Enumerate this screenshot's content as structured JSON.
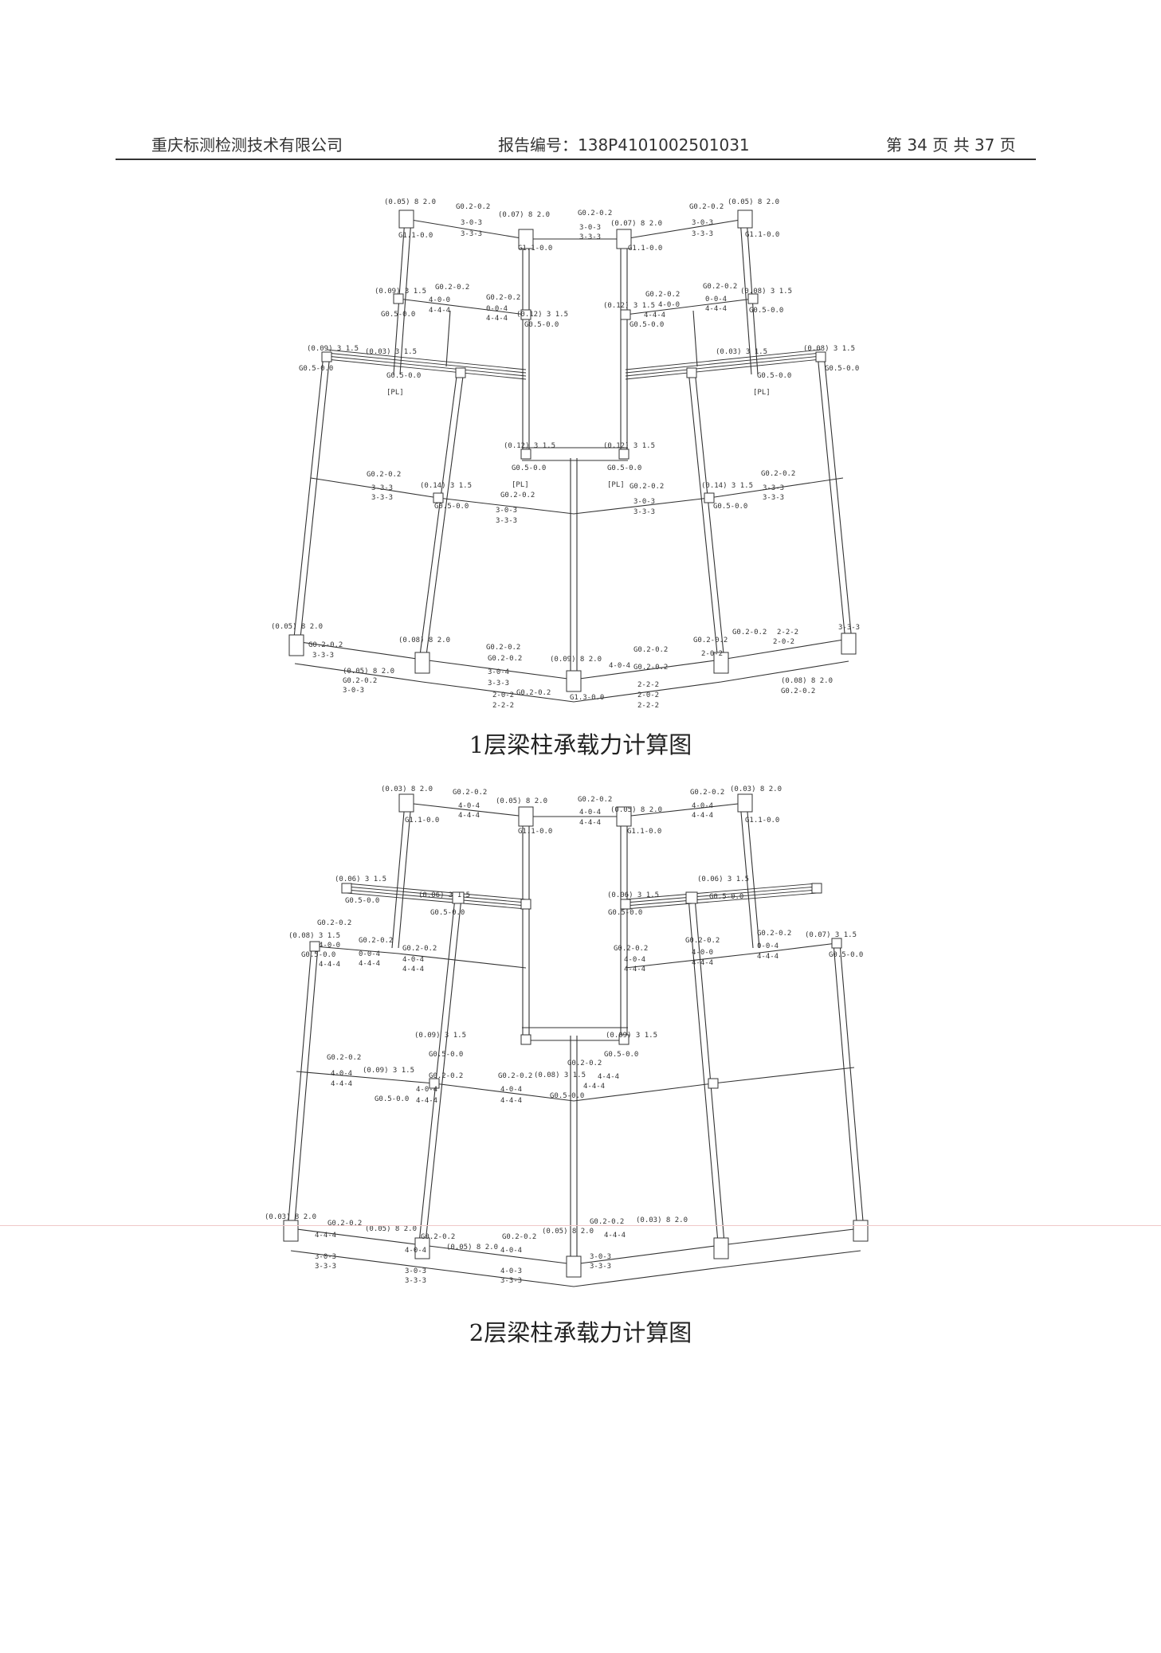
{
  "header": {
    "company": "重庆标测检测技术有限公司",
    "report_no": "报告编号：138P4101002501031",
    "page_info": "第 34 页 共 37 页"
  },
  "diagram_1": {
    "caption": "1层梁柱承载力计算图",
    "labels": [
      "(0.05) 8 2.0",
      "G1.1-0.0",
      "G0.2-0.2",
      "3-0-3",
      "3-3-3",
      "(0.07) 8 2.0",
      "G1.1-0.0",
      "G0.2-0.2",
      "3-0-3",
      "3-3-3",
      "(0.07) 8 2.0",
      "G1.1-0.0",
      "G0.2-0.2",
      "3-0-3",
      "3-3-3",
      "(0.05) 8 2.0",
      "G1.1-0.0",
      "(0.09) 3 1.5",
      "G0.2-0.2",
      "4-0-0",
      "4-4-4",
      "G0.5-0.0",
      "G0.2-0.2",
      "0-0-4",
      "4-4-4",
      "(0.12) 3 1.5",
      "G0.5-0.0",
      "(0.12) 3 1.5",
      "G0.5-0.0",
      "G0.2-0.2",
      "4-0-0",
      "4-4-4",
      "G0.2-0.2",
      "0-0-4",
      "4-4-4",
      "(0.08) 3 1.5",
      "G0.5-0.0",
      "(0.09) 3 1.5",
      "G0.5-0.0",
      "(0.03) 3 1.5",
      "G0.5-0.0",
      "[PL]",
      "(0.03) 3 1.5",
      "G0.5-0.0",
      "[PL]",
      "(0.08) 3 1.5",
      "G0.5-0.0",
      "(0.12) 3 1.5",
      "G0.5-0.0",
      "[PL]",
      "(0.12) 3 1.5",
      "G0.5-0.0",
      "[PL]",
      "G0.2-0.2",
      "3-3-3",
      "3-3-3",
      "(0.14) 3 1.5",
      "G0.5-0.0",
      "G0.2-0.2",
      "3-0-3",
      "3-3-3",
      "G0.2-0.2",
      "3-0-3",
      "3-3-3",
      "(0.14) 3 1.5",
      "G0.5-0.0",
      "G0.2-0.2",
      "3-3-3",
      "3-3-3",
      "(0.05) 8 2.0",
      "G0.2-0.2",
      "3-3-3",
      "G0.2-0.2",
      "2-0-2",
      "2-2-2",
      "(0.08) 8 2.0",
      "G0.2-0.2",
      "3-0-4",
      "G0.2-0.2",
      "2-0-2",
      "2-2-2",
      "(0.09) 8 2.0",
      "G1.3-0.0",
      "G0.2-0.2",
      "4-0-4",
      "G0.2-0.2",
      "2-0-2",
      "2-2-2",
      "(0.08) 8 2.0",
      "G0.2-0.2",
      "3-3-3",
      "G0.2-0.2",
      "2-0-2",
      "2-2-2",
      "(0.05) 8 2.0",
      "G0.2-0.2",
      "3-0-3",
      "3-3-3",
      "G0.2-0.2",
      "3-0-3",
      "3-3-3"
    ]
  },
  "diagram_2": {
    "caption": "2层梁柱承载力计算图",
    "labels": [
      "(0.03) 8 2.0",
      "G1.1-0.0",
      "G0.2-0.2",
      "4-0-4",
      "4-4-4",
      "(0.05) 8 2.0",
      "G1.1-0.0",
      "G0.2-0.2",
      "4-0-4",
      "4-4-4",
      "(0.05) 8 2.0",
      "G1.1-0.0",
      "G0.2-0.2",
      "4-0-4",
      "4-4-4",
      "(0.03) 8 2.0",
      "G1.1-0.0",
      "(0.06) 3 1.5",
      "G0.5-0.0",
      "(0.06) 3 1.5",
      "G0.5-0.0",
      "(0.06) 3 1.5",
      "G0.5-0.0",
      "(0.06) 3 1.5",
      "G0.5-0.0",
      "(0.08) 3 1.5",
      "G0.5-0.0",
      "G0.2-0.2",
      "4-0-0",
      "4-4-4",
      "G0.2-0.2",
      "0-0-4",
      "4-4-4",
      "G0.2-0.2",
      "4-0-4",
      "4-4-4",
      "G0.2-0.2",
      "4-0-4",
      "4-4-4",
      "G0.2-0.2",
      "4-0-0",
      "4-4-4",
      "G0.2-0.2",
      "0-0-4",
      "4-4-4",
      "(0.07) 3 1.5",
      "G0.5-0.0",
      "(0.09) 3 1.5",
      "G0.5-0.0",
      "(0.09) 3 1.5",
      "G0.5-0.0",
      "G0.2-0.2",
      "4-0-4",
      "4-4-4",
      "(0.09) 3 1.5",
      "G0.5-0.0",
      "G0.2-0.2",
      "4-0-4",
      "4-4-4",
      "G0.2-0.2",
      "4-0-4",
      "4-4-4",
      "(0.08) 3 1.5",
      "G0.5-0.0",
      "G0.2-0.2",
      "4-4-4",
      "4-4-4",
      "(0.03) 8 2.0",
      "G0.2-0.2",
      "4-4-4",
      "3-0-3",
      "3-3-3",
      "(0.05) 8 2.0",
      "G0.2-0.2",
      "4-0-4",
      "3-0-3",
      "3-3-3",
      "(0.05) 8 2.0",
      "G0.2-0.2",
      "4-0-4",
      "4-0-3",
      "3-3-3",
      "(0.05) 8 2.0",
      "G0.2-0.2",
      "4-4-4",
      "3-0-3",
      "3-3-3",
      "(0.03) 8 2.0"
    ]
  }
}
